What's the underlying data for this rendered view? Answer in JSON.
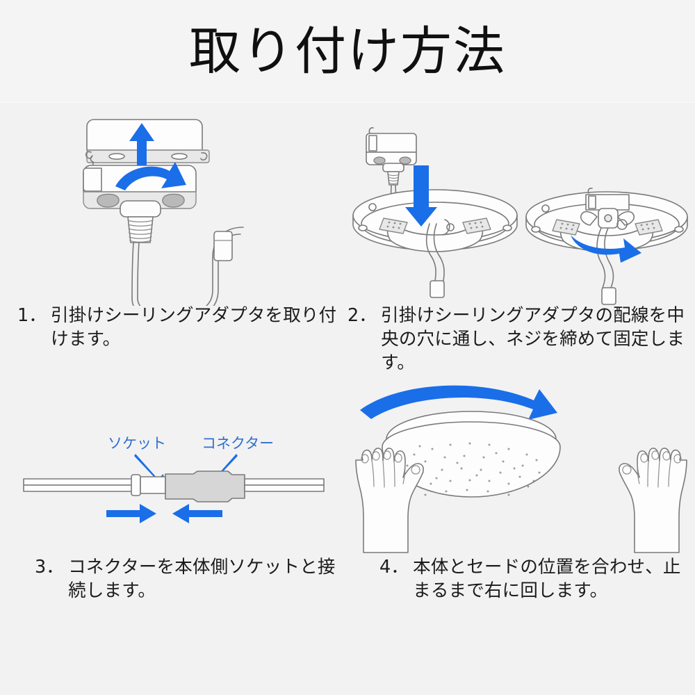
{
  "header": {
    "title": "取り付け方法"
  },
  "steps": [
    {
      "number": "1．",
      "text": "引掛けシーリングアダプタを取り付けます。",
      "figure_name": "ceiling-adapter-mount-figure",
      "annotations": []
    },
    {
      "number": "2．",
      "text": "引掛けシーリングアダプタの配線を中央の穴に通し、ネジを締めて固定します。",
      "figure_name": "adapter-into-fixture-figure",
      "annotations": []
    },
    {
      "number": "3．",
      "text": "コネクターを本体側ソケットと接続します。",
      "figure_name": "connector-socket-figure",
      "annotations": [
        {
          "label": "ソケット",
          "name": "socket-label"
        },
        {
          "label": "コネクター",
          "name": "connector-label"
        }
      ]
    },
    {
      "number": "4．",
      "text": "本体とセードの位置を合わせ、止まるまで右に回します。",
      "figure_name": "shade-attach-figure",
      "annotations": []
    }
  ],
  "colors": {
    "background": "#f2f2f2",
    "accent_blue": "#1a6ee8",
    "label_blue": "#2f6fd0",
    "text": "#1a1a1a",
    "outline": "#7a7a7a",
    "fill_light": "#fdfdfd",
    "fill_gray": "#d6d6d6"
  }
}
